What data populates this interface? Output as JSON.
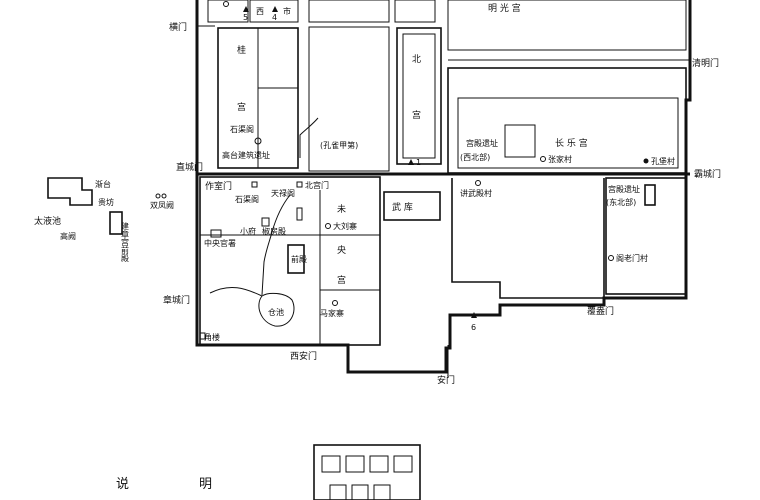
{
  "labels": {
    "hengmen": "横门",
    "qingmingmen": "清明门",
    "zhichengmen": "直城门",
    "bachengmen": "霸城门",
    "zhangchengmen": "章城门",
    "fuangmen": "覆盎门",
    "xianmen": "西安门",
    "anmen": "安门",
    "zuoshimen": "作室门",
    "mingguang": "明 光 宫",
    "gui": "桂",
    "gong1": "宫",
    "bei": "北",
    "gong2": "宫",
    "changle": "长   乐   宫",
    "gongdian_xibei": "宫殿遗址",
    "xibei_sub": "(西北部)",
    "gongdian_dongbei": "宫殿遗址",
    "dongbei_sub": "(东北部)",
    "kong": "孔堡村",
    "zhang": "张家村",
    "gaotai": "高台建筑遗址",
    "shimiqu": "石渠阁",
    "tianlu": "天禄阁",
    "kongliu": "(孔雀甲第)",
    "beigongmen": "北宫门",
    "shiqu": "石渠阁",
    "xiaoxing": "小府",
    "jiaofang": "椒房殿",
    "weiyang_wei": "未",
    "weiyang_yang": "央",
    "weiyang_gong": "宫",
    "dasiqu": "大刘寨",
    "qianqu": "前殿",
    "zhongyangguan": "中央官署",
    "cangchi": "仓池",
    "majiazhai": "马家寨",
    "jiaolou": "角楼",
    "wuku": "武 库",
    "liuxinan": "讲武殿村",
    "gaomiaocun": "阁老门村",
    "shuangfengque": "双凤阙",
    "taiyechi": "太液池",
    "jianzhangqian": "建章宫前殿",
    "gaoque": "高阙",
    "jiantai": "渐台",
    "yili": "贵坊",
    "num1": "1",
    "num4": "4",
    "num5": "5",
    "num6": "6",
    "xi": "西",
    "shi": "市",
    "legend_shuo": "说",
    "legend_ming": "明"
  }
}
